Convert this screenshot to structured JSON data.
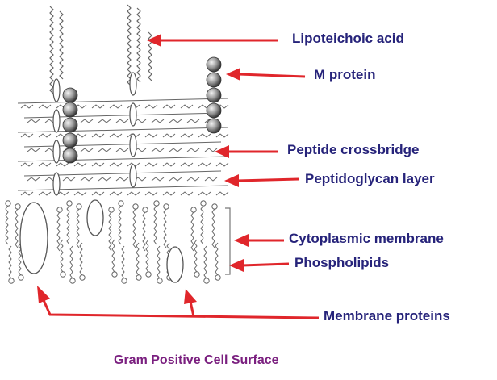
{
  "labels": {
    "lipoteichoic_acid": "Lipoteichoic acid",
    "m_protein": "M protein",
    "peptide_crossbridge": "Peptide crossbridge",
    "peptidoglycan_layer": "Peptidoglycan layer",
    "cytoplasmic_membrane": "Cytoplasmic membrane",
    "phospholipids": "Phospholipids",
    "membrane_proteins": "Membrane proteins"
  },
  "caption": "Gram Positive Cell Surface",
  "colors": {
    "arrow": "#e0262b",
    "label_text": "#26237a",
    "caption_text": "#7a1f7f",
    "line_art": "#555555",
    "bead": "#7a7a7a"
  }
}
